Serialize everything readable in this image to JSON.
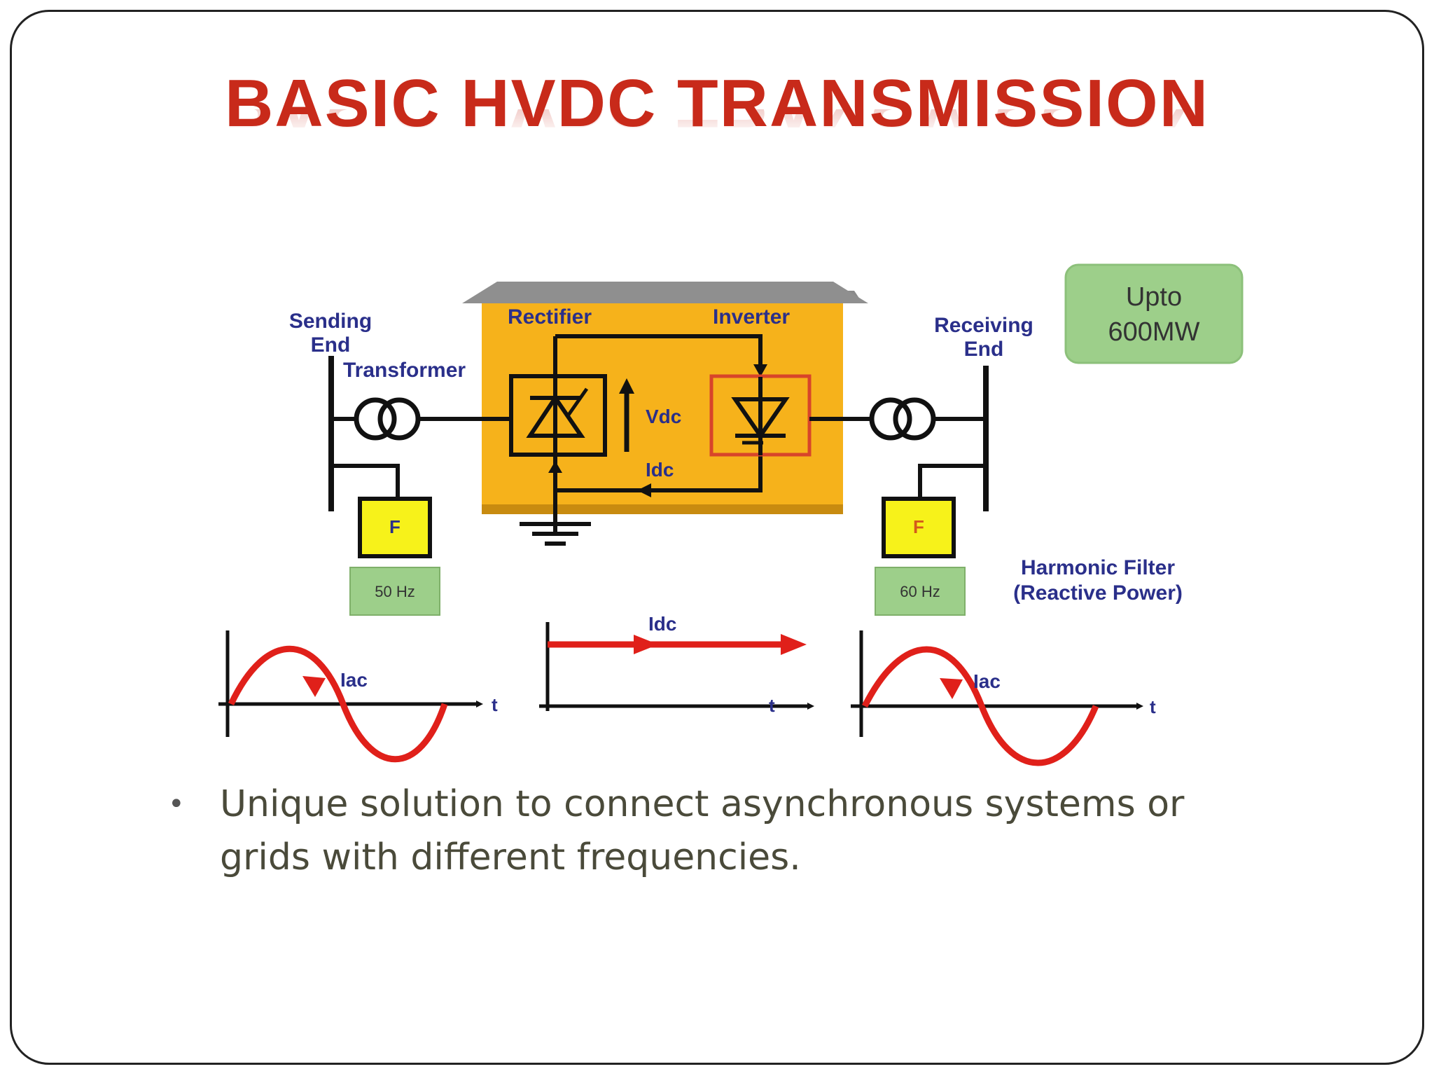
{
  "title": "BASIC HVDC TRANSMISSION",
  "diagram": {
    "sending_end": [
      "Sending",
      "End"
    ],
    "transformer": "Transformer",
    "rectifier": "Rectifier",
    "inverter": "Inverter",
    "vdc": "Vdc",
    "idc_loop": "Idc",
    "receiving_end": [
      "Receiving",
      "End"
    ],
    "capacity": [
      "Upto",
      "600MW"
    ],
    "filter_left": "F",
    "filter_right": "F",
    "freq_left": "50 Hz",
    "freq_right": "60 Hz",
    "harmonic_filter": [
      "Harmonic Filter",
      "(Reactive Power)"
    ],
    "wave_left_label": "Iac",
    "wave_mid_label": "Idc",
    "wave_right_label": "Iac",
    "axis_t": "t",
    "colors": {
      "title": "#c82a1a",
      "label_blue": "#2a2f8a",
      "station_orange": "#f6b21b",
      "filter_yellow": "#f7f21a",
      "freq_green": "#9dcf8a",
      "wave_red": "#e0201a"
    }
  },
  "bullet": "Unique solution to connect asynchronous systems or grids with different frequencies."
}
